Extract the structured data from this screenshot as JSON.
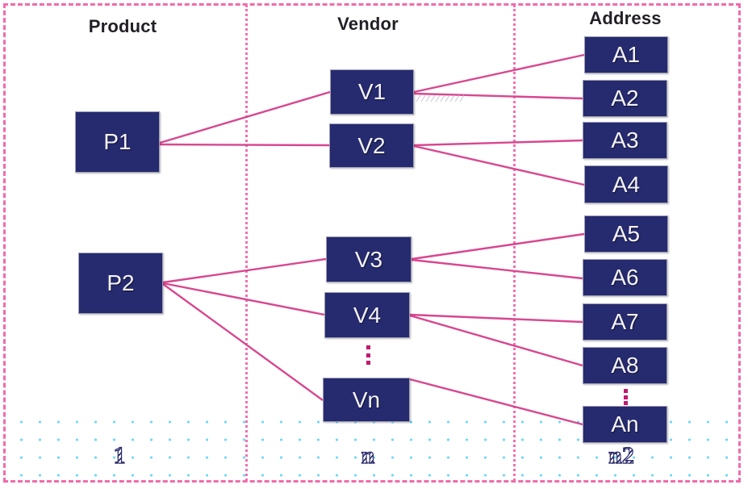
{
  "diagram": {
    "title_columns": [
      {
        "id": "product",
        "label": "Product"
      },
      {
        "id": "vendor",
        "label": "Vendor"
      },
      {
        "id": "address",
        "label": "Address"
      }
    ],
    "colors": {
      "node_fill": "#262a6e",
      "node_text": "#f3f3f8",
      "link": "#d8478f",
      "frame_dash": "#f06bab",
      "divider_dot": "#f46fb0",
      "band_dot": "#6fd8f7",
      "ellipsis_dot": "#c2186f",
      "cardinality_text": "#2a2a6b",
      "header_text": "#231f26"
    },
    "products": [
      {
        "id": "p1",
        "label": "P1"
      },
      {
        "id": "p2",
        "label": "P2"
      }
    ],
    "vendors": [
      {
        "id": "v1",
        "label": "V1"
      },
      {
        "id": "v2",
        "label": "V2"
      },
      {
        "id": "v3",
        "label": "V3"
      },
      {
        "id": "v4",
        "label": "V4"
      },
      {
        "id": "vn",
        "label": "Vn"
      }
    ],
    "addresses": [
      {
        "id": "a1",
        "label": "A1"
      },
      {
        "id": "a2",
        "label": "A2"
      },
      {
        "id": "a3",
        "label": "A3"
      },
      {
        "id": "a4",
        "label": "A4"
      },
      {
        "id": "a5",
        "label": "A5"
      },
      {
        "id": "a6",
        "label": "A6"
      },
      {
        "id": "a7",
        "label": "A7"
      },
      {
        "id": "a8",
        "label": "A8"
      },
      {
        "id": "an",
        "label": "An"
      }
    ],
    "ellipsis": {
      "vendor": "⋮",
      "address": "⋮"
    },
    "cardinality": {
      "product": "1",
      "vendor": "n",
      "address": "n2"
    },
    "relations": [
      {
        "from": "p1",
        "to": "v1"
      },
      {
        "from": "p1",
        "to": "v2"
      },
      {
        "from": "p2",
        "to": "v3"
      },
      {
        "from": "p2",
        "to": "v4"
      },
      {
        "from": "p2",
        "to": "vn"
      },
      {
        "from": "v1",
        "to": "a1"
      },
      {
        "from": "v1",
        "to": "a2"
      },
      {
        "from": "v2",
        "to": "a3"
      },
      {
        "from": "v2",
        "to": "a4"
      },
      {
        "from": "v3",
        "to": "a5"
      },
      {
        "from": "v3",
        "to": "a6"
      },
      {
        "from": "v4",
        "to": "a7"
      },
      {
        "from": "v4",
        "to": "a8"
      },
      {
        "from": "vn",
        "to": "an"
      }
    ]
  }
}
